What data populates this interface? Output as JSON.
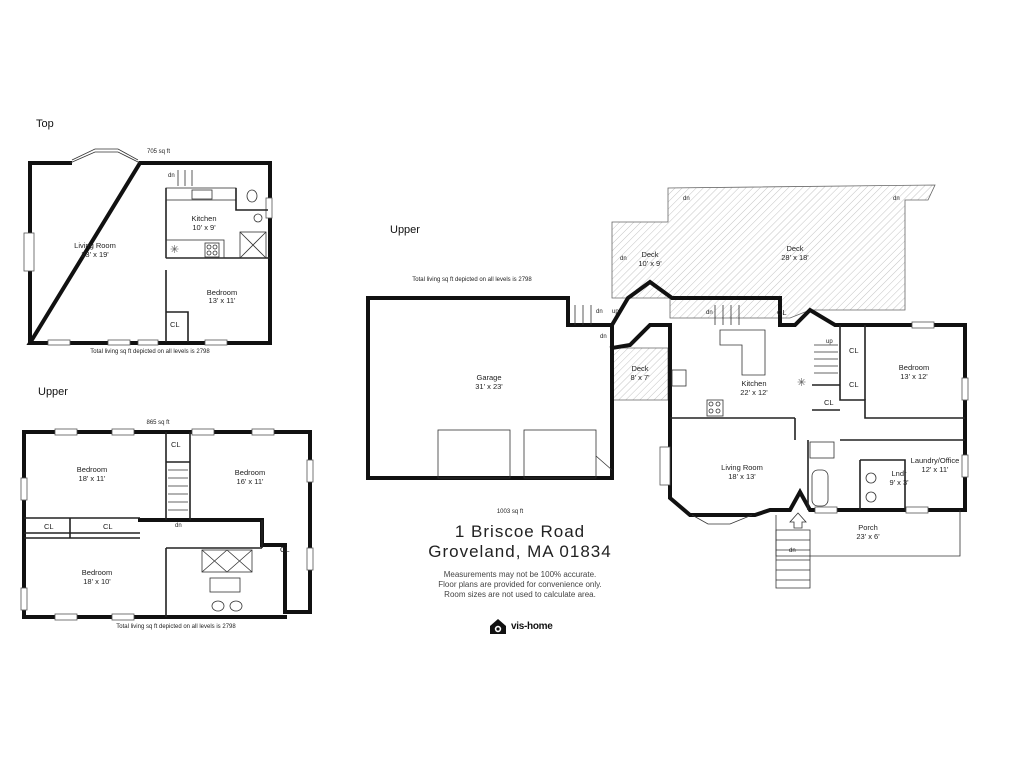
{
  "sections": {
    "top": "Top",
    "upper_left": "Upper",
    "upper_main": "Upper"
  },
  "top_floor": {
    "sqft": "705 sq ft",
    "total": "Total living sq ft depicted on all levels is 2798",
    "rooms": {
      "living": {
        "name": "Living Room",
        "dims": "23' x 19'"
      },
      "kitchen": {
        "name": "Kitchen",
        "dims": "10' x 9'"
      },
      "bedroom": {
        "name": "Bedroom",
        "dims": "13' x 11'"
      },
      "closet": "CL",
      "stair": "dn"
    }
  },
  "upper_left_floor": {
    "sqft": "865 sq ft",
    "total": "Total living sq ft depicted on all levels is 2798",
    "rooms": {
      "bedroom1": {
        "name": "Bedroom",
        "dims": "18' x 11'"
      },
      "bedroom2": {
        "name": "Bedroom",
        "dims": "16' x 11'"
      },
      "bedroom3": {
        "name": "Bedroom",
        "dims": "18' x 10'"
      },
      "cl1": "CL",
      "cl2": "CL",
      "cl3": "CL",
      "cl4": "CL",
      "stair": "dn"
    }
  },
  "upper_main_floor": {
    "sqft": "1003 sq ft",
    "total": "Total living sq ft depicted on all levels is 2798",
    "rooms": {
      "garage": {
        "name": "Garage",
        "dims": "31' x 23'"
      },
      "deck_small": {
        "name": "Deck",
        "dims": "10' x 9'"
      },
      "deck_large": {
        "name": "Deck",
        "dims": "28' x 18'"
      },
      "deck_side": {
        "name": "Deck",
        "dims": "8' x 7'"
      },
      "kitchen": {
        "name": "Kitchen",
        "dims": "22' x 12'"
      },
      "bedroom": {
        "name": "Bedroom",
        "dims": "13' x 12'"
      },
      "living": {
        "name": "Living Room",
        "dims": "18' x 13'"
      },
      "laundry": {
        "name": "Laundry/Office",
        "dims": "12' x 11'"
      },
      "lndr": {
        "name": "Lndr",
        "dims": "9' x 3'"
      },
      "porch": {
        "name": "Porch",
        "dims": "23' x 6'"
      },
      "cl1": "CL",
      "cl2": "CL",
      "cl3": "CL",
      "cl4": "CL",
      "up1": "up",
      "up2": "up",
      "dn1": "dn",
      "dn2": "dn",
      "dn3": "dn",
      "dn4": "dn",
      "dn5": "dn",
      "dn6": "dn",
      "dn7": "dn"
    }
  },
  "address": {
    "street": "1 Briscoe Road",
    "city": "Groveland, MA 01834"
  },
  "disclaimer": [
    "Measurements may not be 100% accurate.",
    "Floor plans are provided for convenience only.",
    "Room sizes are not used to calculate area."
  ],
  "logo": {
    "text": "vis-home",
    "icon": "house-camera-icon"
  },
  "colors": {
    "wall": "#111111",
    "deck_hatch": "#999999",
    "background": "#ffffff"
  }
}
